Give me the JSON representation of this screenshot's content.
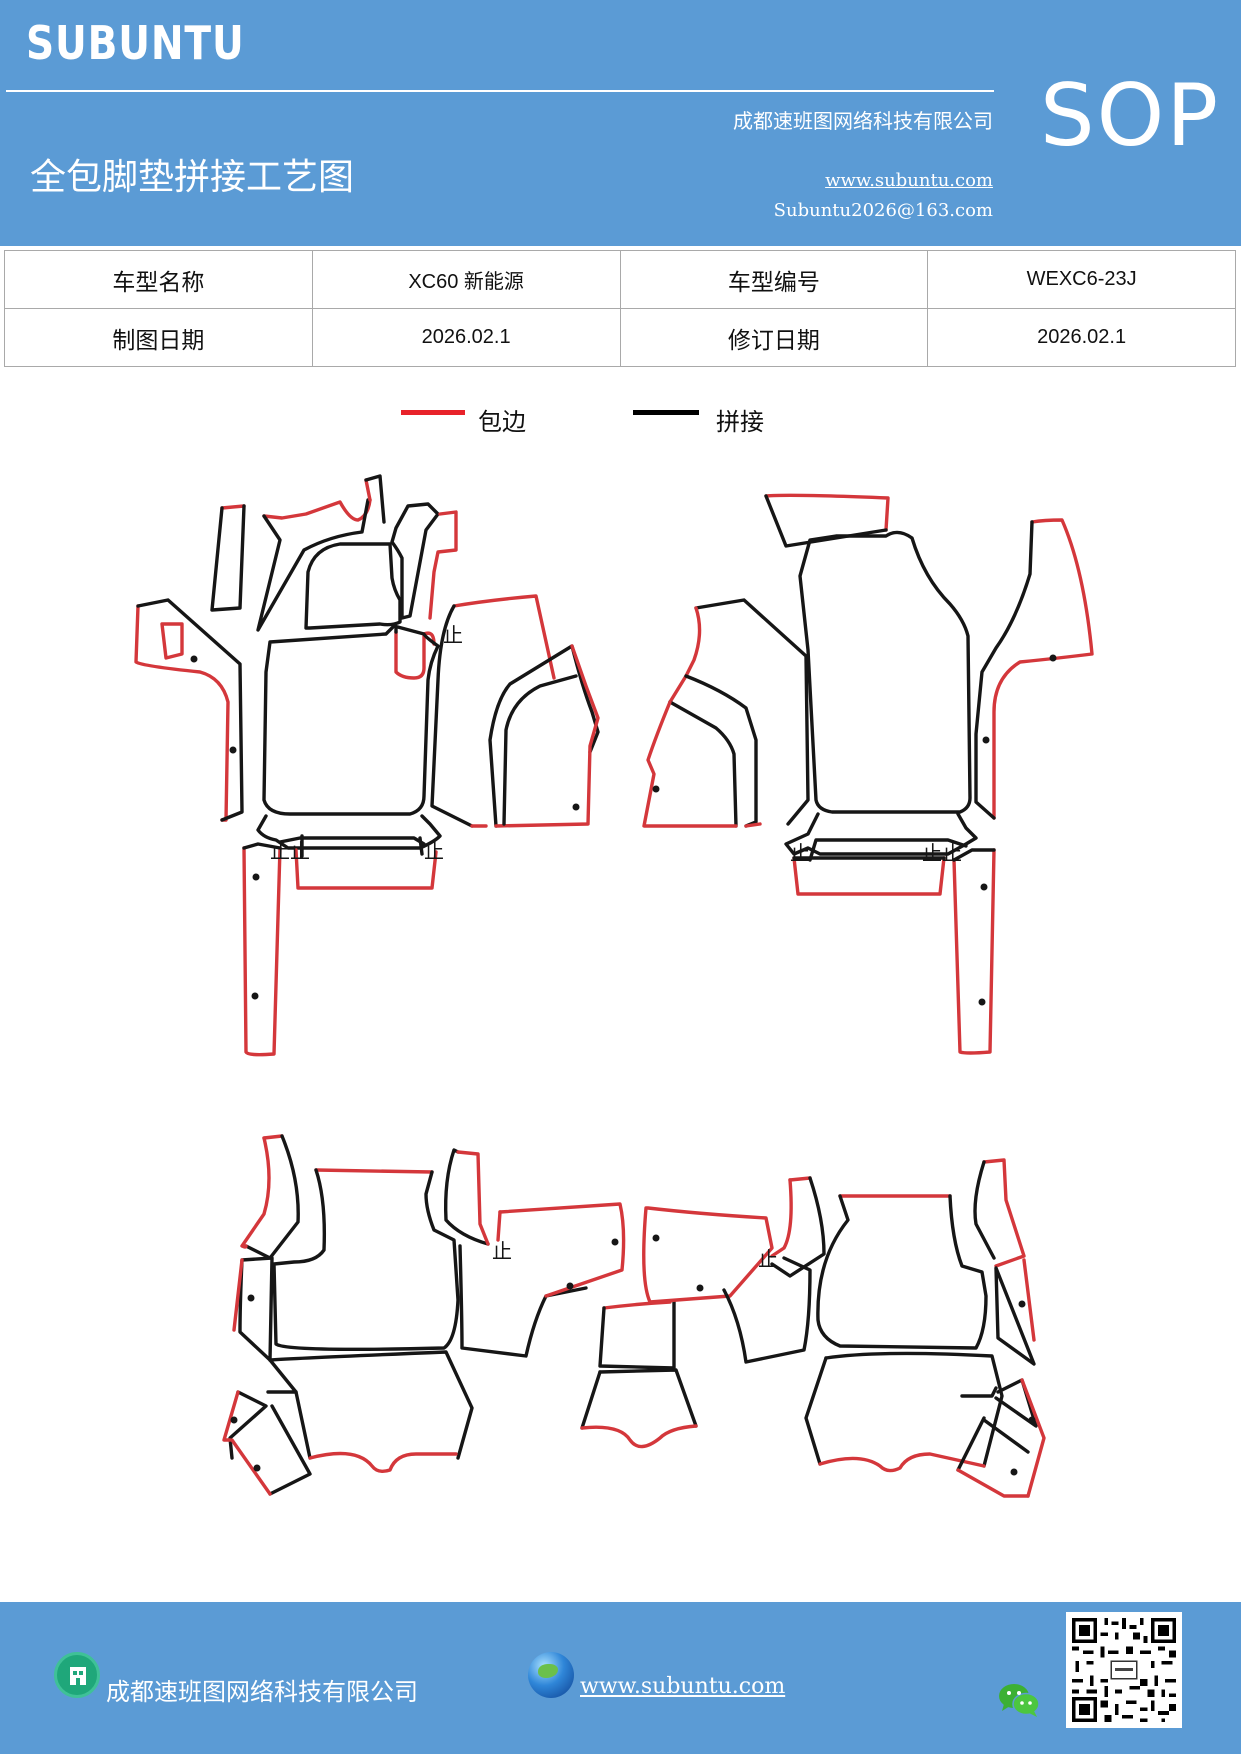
{
  "header": {
    "brand": "SUBUNTU",
    "company": "成都速班图网络科技有限公司",
    "title": "全包脚垫拼接工艺图",
    "website": "www.subuntu.com",
    "email": "Subuntu2026@163.com",
    "badge": "SOP"
  },
  "info": {
    "model_name_label": "车型名称",
    "model_name_value": "XC60 新能源",
    "model_code_label": "车型编号",
    "model_code_value": "WEXC6-23J",
    "drawing_date_label": "制图日期",
    "drawing_date_value": "2026.02.1",
    "revision_date_label": "修订日期",
    "revision_date_value": "2026.02.1"
  },
  "legend": {
    "edge_label": "包边",
    "edge_color": "#e8222a",
    "join_label": "拼接",
    "join_color": "#000000"
  },
  "drawing": {
    "marker_text": "止",
    "edge_color": "#d4373b",
    "join_color": "#161616"
  },
  "footer": {
    "company": "成都速班图网络科技有限公司",
    "website": "www.subuntu.com"
  },
  "icons": {
    "footer_company": "building-icon",
    "footer_website": "globe-icon",
    "footer_wechat": "wechat-icon",
    "footer_qr": "qr-code"
  }
}
